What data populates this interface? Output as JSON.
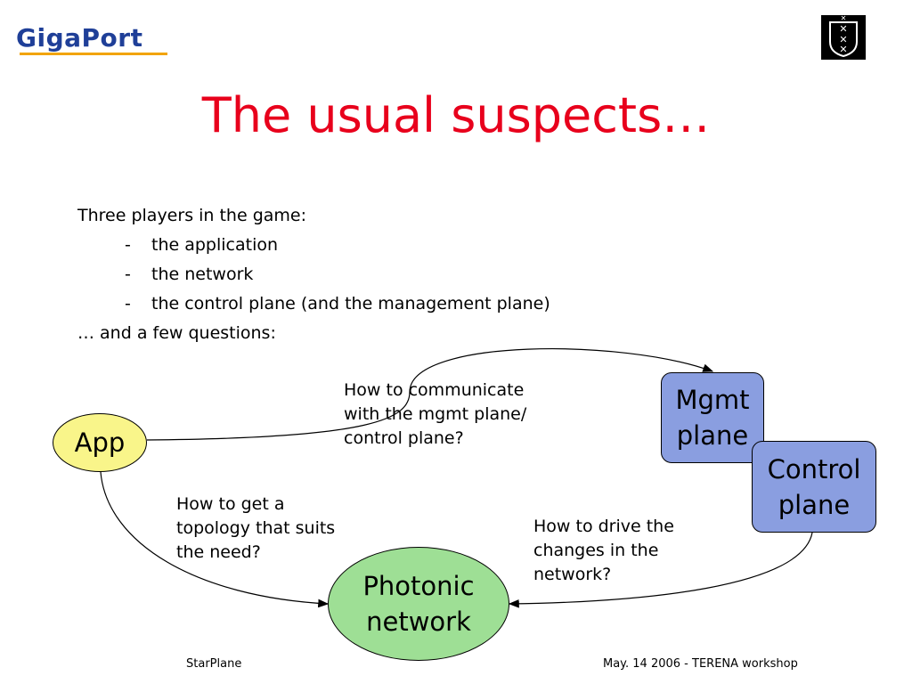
{
  "header": {
    "logo_text": "GigaPort",
    "title": "The usual suspects…"
  },
  "body": {
    "intro": "Three players in the game:",
    "bullets": [
      {
        "dash": "-",
        "text": "the application"
      },
      {
        "dash": "-",
        "text": "the network"
      },
      {
        "dash": "-",
        "text": "the control plane (and the management plane)"
      }
    ],
    "outro": "… and a few questions:"
  },
  "diagram": {
    "nodes": {
      "app": "App",
      "mgmt_line1": "Mgmt",
      "mgmt_line2": "plane",
      "control_line1": "Control",
      "control_line2": "plane",
      "photonic_line1": "Photonic",
      "photonic_line2": "network"
    },
    "questions": {
      "communicate": [
        "How to communicate",
        "with the mgmt plane/",
        "control plane?"
      ],
      "topology": [
        "How to get a",
        "topology that suits",
        "the need?"
      ],
      "drive": [
        "How to drive the",
        "changes in the",
        "network?"
      ]
    },
    "colors": {
      "app_fill": "#f9f58a",
      "plane_fill": "#8a9ee0",
      "photonic_fill": "#9edf95"
    }
  },
  "footer": {
    "left": "StarPlane",
    "right": "May. 14 2006 - TERENA workshop"
  }
}
